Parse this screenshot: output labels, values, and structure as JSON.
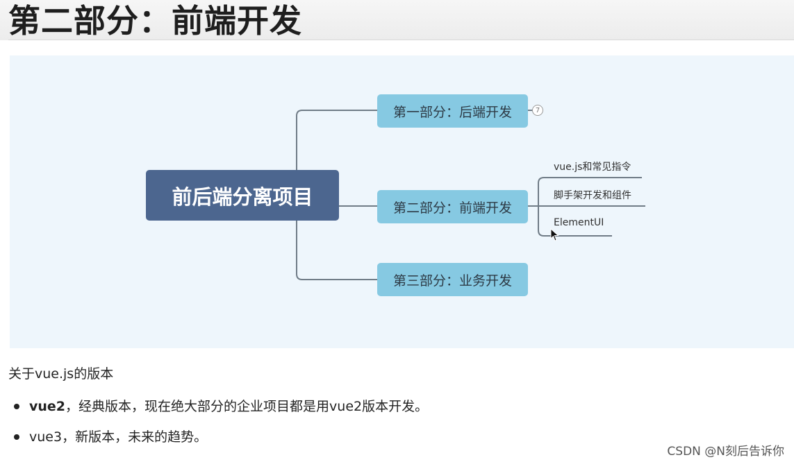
{
  "page": {
    "title": "第二部分：前端开发"
  },
  "mindmap": {
    "root": "前后端分离项目",
    "branches": [
      {
        "label": "第一部分：后端开发",
        "badge": "7"
      },
      {
        "label": "第二部分：前端开发"
      },
      {
        "label": "第三部分：业务开发"
      }
    ],
    "subtopics": [
      "vue.js和常见指令",
      "脚手架开发和组件",
      "ElementUI"
    ],
    "colors": {
      "root": "#4c668f",
      "branch": "#86c9e2",
      "connector": "#6f7b86",
      "background": "#eef6fc"
    }
  },
  "content": {
    "intro": "关于vue.js的版本",
    "bullets": [
      {
        "term": "vue2",
        "text": "，经典版本，现在绝大部分的企业项目都是用vue2版本开发。"
      },
      {
        "text": "vue3，新版本，未来的趋势。"
      }
    ]
  },
  "watermark": "CSDN @N刻后告诉你"
}
